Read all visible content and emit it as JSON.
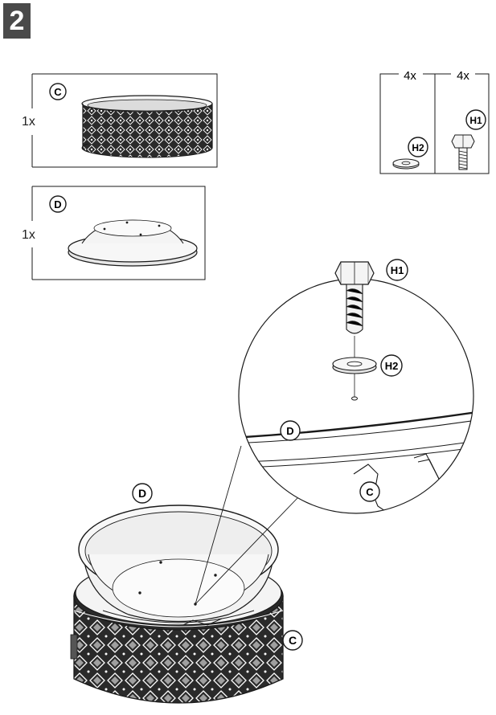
{
  "step": {
    "number": "2"
  },
  "parts": {
    "c": {
      "letter": "C",
      "qty": "1x"
    },
    "d": {
      "letter": "D",
      "qty": "1x"
    }
  },
  "hardware": {
    "h2": {
      "label": "H2",
      "qty": "4x"
    },
    "h1": {
      "label": "H1",
      "qty": "4x"
    }
  },
  "detail": {
    "h1": "H1",
    "h2": "H2",
    "d": "D",
    "c": "C"
  },
  "assembly": {
    "d": "D",
    "c": "C"
  },
  "colors": {
    "line": "#1a1a1a",
    "badge": "#4a4a4a",
    "fill_light": "#f4f4f4",
    "fill_mid": "#d8d8d8",
    "fill_dark": "#2a2a2a"
  }
}
